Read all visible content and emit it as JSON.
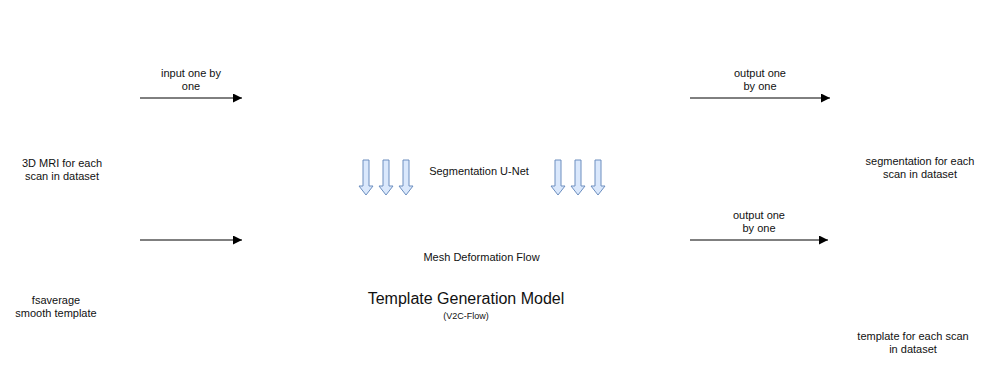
{
  "diagram": {
    "nodes": [
      {
        "text": [
          "3D MRI for each scan in dataset"
        ]
      },
      {
        "text": [
          "fsaverage smooth template"
        ]
      },
      {
        "text": [
          "Template Generation Model",
          "(V2C-Flow)"
        ]
      },
      {
        "text": [
          "Segmentation U-Net"
        ],
        "in": 2
      },
      {
        "text": [
          "Mesh Deformation Flow"
        ],
        "in": 2
      },
      {
        "text": [
          "segmentation for each scan in dataset"
        ]
      },
      {
        "text": [
          "template for each scan in dataset"
        ]
      }
    ],
    "edges": [
      {
        "from": 0,
        "to": 2,
        "arrow": "to",
        "label": "input one by one"
      },
      {
        "from": 1,
        "to": 2,
        "arrow": "to"
      },
      {
        "from": 2,
        "to": 5,
        "arrow": "to",
        "label": "output one by one"
      },
      {
        "from": 2,
        "to": 6,
        "arrow": "to",
        "label": "output one by one"
      },
      {
        "from": 3,
        "to": 4,
        "arrow": "to"
      },
      {
        "from": 3,
        "to": 4,
        "arrow": "to"
      },
      {
        "from": 3,
        "to": 4,
        "arrow": "to"
      },
      {
        "from": 3,
        "to": 4,
        "arrow": "to"
      },
      {
        "from": 3,
        "to": 4,
        "arrow": "to"
      },
      {
        "from": 3,
        "to": 4,
        "arrow": "to"
      }
    ]
  }
}
